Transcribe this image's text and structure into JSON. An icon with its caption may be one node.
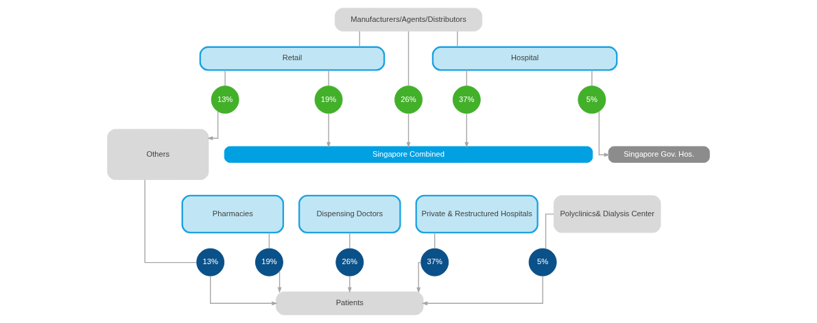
{
  "diagram": {
    "nodes": [
      {
        "text": [
          "Manufacturers/Agents/Distributors"
        ]
      },
      {
        "text": [
          "Retail"
        ]
      },
      {
        "text": [
          "Hospital"
        ]
      },
      {
        "text": [
          "13%"
        ]
      },
      {
        "text": [
          "19%"
        ]
      },
      {
        "text": [
          "26%"
        ]
      },
      {
        "text": [
          "37%"
        ]
      },
      {
        "text": [
          "5%"
        ]
      },
      {
        "text": [
          "Others"
        ]
      },
      {
        "text": [
          "Singapore Combined"
        ]
      },
      {
        "text": [
          "Pharmacies"
        ]
      },
      {
        "text": [
          "Dispensing Doctors"
        ]
      },
      {
        "text": [
          "Private & Restructured Hospitals"
        ]
      },
      {
        "text": [
          "Singapore Gov. Hos."
        ]
      },
      {
        "text": [
          "Polyclinics& Dialysis Center"
        ]
      },
      {
        "text": [
          "13%"
        ]
      },
      {
        "text": [
          "19%"
        ]
      },
      {
        "text": [
          "26%"
        ]
      },
      {
        "text": [
          "37%"
        ]
      },
      {
        "text": [
          "5%"
        ]
      },
      {
        "text": [
          "Patients"
        ]
      }
    ],
    "edges": [
      {
        "from": 0,
        "to": 1,
        "arrow": "none"
      },
      {
        "from": 0,
        "to": 5,
        "arrow": "none"
      },
      {
        "from": 0,
        "to": 2,
        "arrow": "none"
      },
      {
        "from": 1,
        "to": 3,
        "arrow": "none"
      },
      {
        "from": 1,
        "to": 4,
        "arrow": "none"
      },
      {
        "from": 2,
        "to": 6,
        "arrow": "none"
      },
      {
        "from": 2,
        "to": 7,
        "arrow": "none"
      },
      {
        "from": 3,
        "to": 8,
        "arrow": "to"
      },
      {
        "from": 4,
        "to": 9,
        "arrow": "to"
      },
      {
        "from": 5,
        "to": 9,
        "arrow": "to"
      },
      {
        "from": 6,
        "to": 9,
        "arrow": "to"
      },
      {
        "from": 7,
        "to": 13,
        "arrow": "to"
      },
      {
        "from": 8,
        "to": 15,
        "arrow": "none"
      },
      {
        "from": 10,
        "to": 16,
        "arrow": "none"
      },
      {
        "from": 11,
        "to": 17,
        "arrow": "none"
      },
      {
        "from": 12,
        "to": 18,
        "arrow": "none"
      },
      {
        "from": 14,
        "to": 19,
        "arrow": "none"
      },
      {
        "from": 15,
        "to": 20,
        "arrow": "to"
      },
      {
        "from": 16,
        "to": 20,
        "arrow": "to"
      },
      {
        "from": 17,
        "to": 20,
        "arrow": "to"
      },
      {
        "from": 18,
        "to": 20,
        "arrow": "to"
      },
      {
        "from": 19,
        "to": 20,
        "arrow": "to"
      }
    ]
  }
}
